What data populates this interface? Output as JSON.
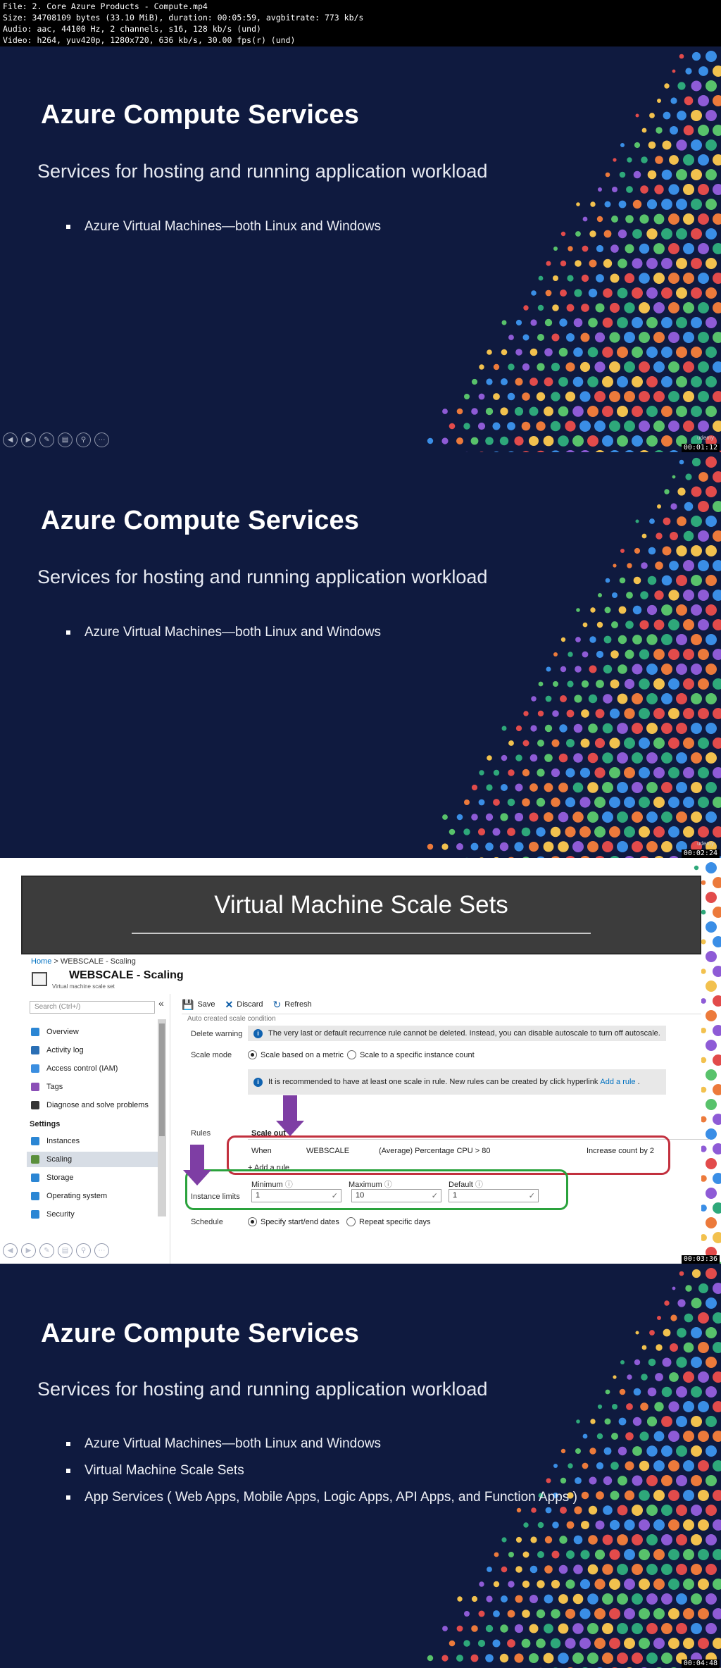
{
  "file_info": {
    "line1": "File: 2. Core Azure Products - Compute.mp4",
    "line2": "Size: 34708109 bytes (33.10 MiB), duration: 00:05:59, avgbitrate: 773 kb/s",
    "line3": "Audio: aac, 44100 Hz, 2 channels, s16, 128 kb/s (und)",
    "line4": "Video: h264, yuv420p, 1280x720, 636 kb/s, 30.00 fps(r) (und)"
  },
  "slide1": {
    "title": "Azure Compute Services",
    "subtitle": "Services for hosting and running application workload",
    "bullets": [
      "Azure Virtual Machines—both Linux and Windows"
    ],
    "timestamp": "00:01:12"
  },
  "slide2": {
    "title": "Azure Compute Services",
    "subtitle": "Services for hosting and running application workload",
    "bullets": [
      "Azure Virtual Machines—both Linux and Windows"
    ],
    "timestamp": "00:02:24"
  },
  "slide3": {
    "banner_title": "Virtual Machine Scale Sets",
    "timestamp": "00:03:36",
    "portal": {
      "breadcrumb_home": "Home",
      "breadcrumb_sep": ">",
      "breadcrumb_current": "WEBSCALE - Scaling",
      "blade_title": "WEBSCALE - Scaling",
      "blade_subtitle": "Virtual machine scale set",
      "search_placeholder": "Search (Ctrl+/)",
      "collapse": "«",
      "sidebar_items": [
        {
          "label": "Overview",
          "color": "#2b86d4"
        },
        {
          "label": "Activity log",
          "color": "#2a6fb5"
        },
        {
          "label": "Access control (IAM)",
          "color": "#3b8ee0"
        },
        {
          "label": "Tags",
          "color": "#8b4fb7"
        },
        {
          "label": "Diagnose and solve problems",
          "color": "#333333"
        }
      ],
      "settings_section": "Settings",
      "settings_items": [
        {
          "label": "Instances",
          "color": "#2b86d4"
        },
        {
          "label": "Scaling",
          "color": "#5a8f3c"
        },
        {
          "label": "Storage",
          "color": "#2b86d4"
        },
        {
          "label": "Operating system",
          "color": "#2b86d4"
        },
        {
          "label": "Security",
          "color": "#2b86d4"
        }
      ],
      "toolbar": {
        "save": "Save",
        "discard": "Discard",
        "refresh": "Refresh"
      },
      "autoscale_condition_partial": "Auto created scale condition",
      "delete_warning_label": "Delete warning",
      "delete_warning_text": "The very last or default recurrence rule cannot be deleted. Instead, you can disable autoscale to turn off autoscale.",
      "scale_mode_label": "Scale mode",
      "scale_mode_option1": "Scale based on a metric",
      "scale_mode_option2": "Scale to a specific instance count",
      "recommend_text": "It is recommended to have at least one scale in rule. New rules can be created by click hyperlink",
      "recommend_link": "Add a rule",
      "recommend_end": ".",
      "rules_label": "Rules",
      "scale_out_header": "Scale out",
      "rule_when": "When",
      "rule_resource": "WEBSCALE",
      "rule_condition": "(Average) Percentage CPU > 80",
      "rule_action": "Increase count by 2",
      "add_rule": "+ Add a rule",
      "instance_limits_label": "Instance limits",
      "minimum_label": "Minimum",
      "maximum_label": "Maximum",
      "default_label": "Default",
      "minimum_value": "1",
      "maximum_value": "10",
      "default_value": "1",
      "schedule_label": "Schedule",
      "schedule_option1": "Specify start/end dates",
      "schedule_option2": "Repeat specific days"
    }
  },
  "slide4": {
    "title": "Azure Compute Services",
    "subtitle": "Services for hosting and running application workload",
    "bullets": [
      "Azure Virtual Machines—both Linux and Windows",
      "Virtual Machine Scale Sets",
      "App Services ( Web Apps, Mobile Apps, Logic Apps, API Apps, and Function Apps )"
    ],
    "timestamp": "00:04:48"
  },
  "watermark": "udemy",
  "dot_colors": [
    "#e24b4b",
    "#f2c14e",
    "#2ea87a",
    "#3a8ee6",
    "#8e5bd6",
    "#ec7a3b",
    "#58c26b"
  ]
}
